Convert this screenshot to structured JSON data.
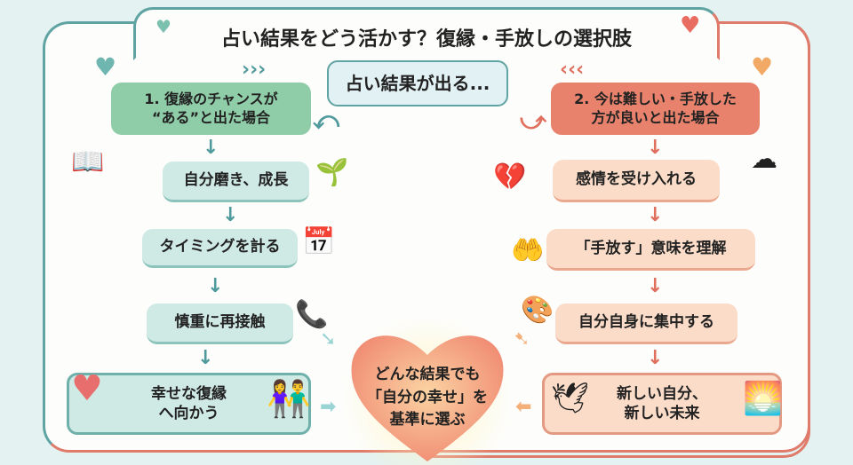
{
  "title": "占い結果をどう活かす？復縁・手放しの選択肢",
  "start": "占い結果が出る...",
  "left": {
    "header": [
      "1. 復縁のチャンスが",
      "“ある”と出た場合"
    ],
    "steps": [
      "自分磨き、成長",
      "タイミングを計る",
      "慎重に再接触"
    ],
    "final": [
      "幸せな復縁",
      "へ向かう"
    ]
  },
  "right": {
    "header": [
      "2. 今は難しい・手放した",
      "方が良いと出た場合"
    ],
    "steps": [
      "感情を受け入れる",
      "「手放す」意味を理解",
      "自分自身に集中する"
    ],
    "final": [
      "新しい自分、",
      "新しい未来"
    ]
  },
  "center": [
    "どんな結果でも",
    "「自分の幸せ」を",
    "基準に選ぶ"
  ],
  "colors": {
    "teal": "#5fa3a3",
    "coral": "#e07a6a",
    "green": "#8fcca8",
    "orange": "#e8826c"
  }
}
